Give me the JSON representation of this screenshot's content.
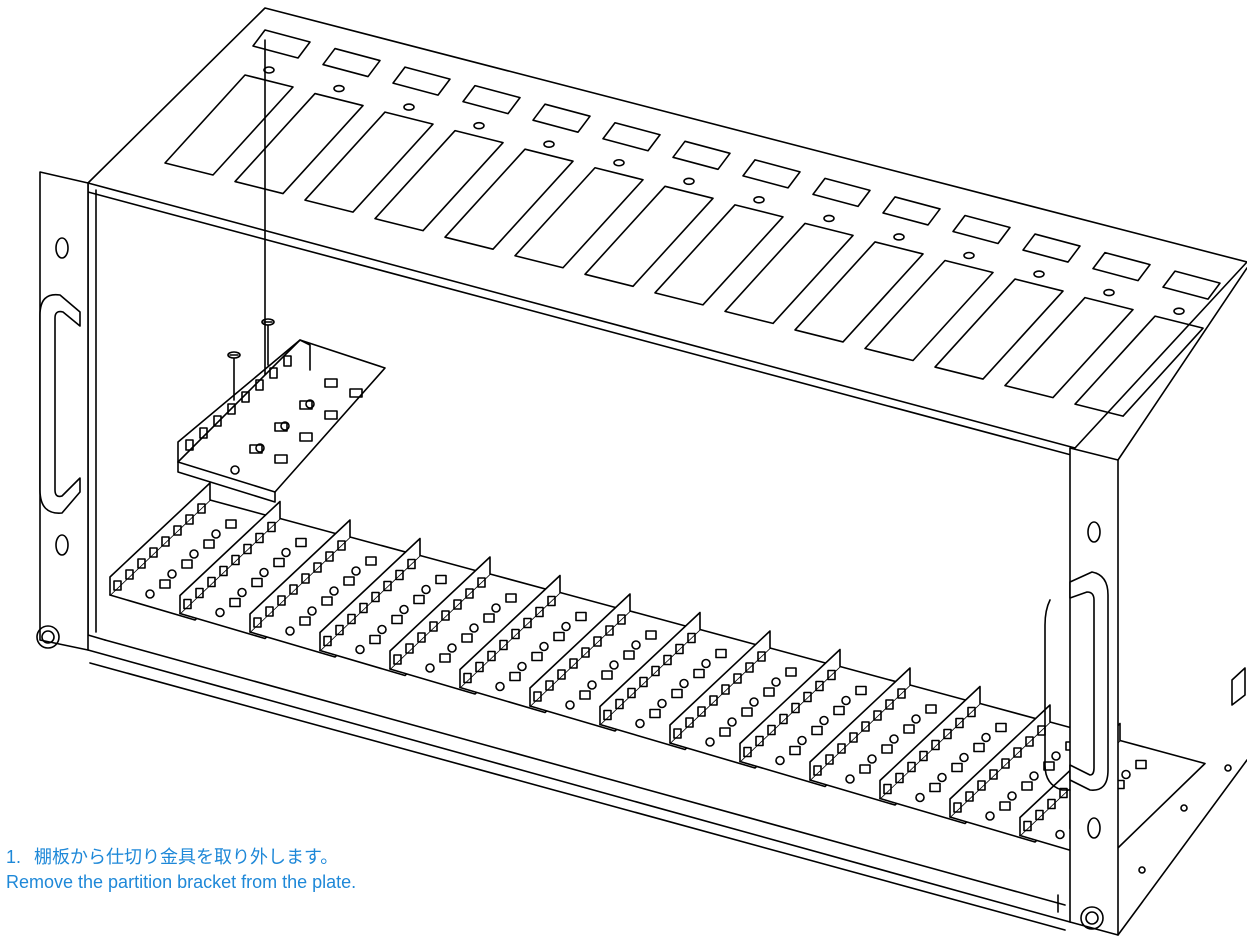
{
  "instruction": {
    "step_number": "1.",
    "text_ja": "棚板から仕切り金具を取り外します。",
    "text_en": "Remove the partition bracket from the plate."
  },
  "colors": {
    "line": "#000000",
    "background": "#ffffff",
    "caption": "#1e88d8"
  }
}
